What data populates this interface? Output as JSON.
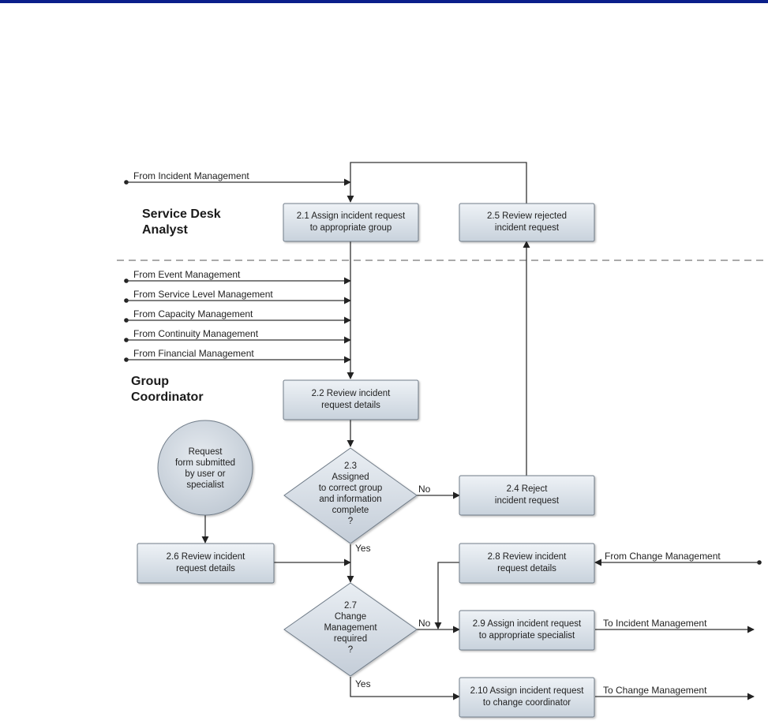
{
  "lanes": {
    "service_desk": [
      "Service Desk",
      "Analyst"
    ],
    "group_coordinator": [
      "Group",
      "Coordinator"
    ]
  },
  "inputs": {
    "incident": "From Incident Management",
    "event": "From Event Management",
    "service_level": "From Service Level Management",
    "capacity": "From Capacity Management",
    "continuity": "From Continuity Management",
    "financial": "From Financial Management",
    "change_in": "From Change Management"
  },
  "outputs": {
    "to_incident": "To Incident Management",
    "to_change": "To Change Management"
  },
  "steps": {
    "s2_1": [
      "2.1 Assign incident request",
      "to appropriate group"
    ],
    "s2_5": [
      "2.5 Review rejected",
      "incident request"
    ],
    "s2_2": [
      "2.2 Review incident",
      "request details"
    ],
    "s2_3": [
      "2.3",
      "Assigned",
      "to correct group",
      "and information",
      "complete",
      "?"
    ],
    "s2_4": [
      "2.4 Reject",
      "incident request"
    ],
    "start": [
      "Request",
      "form submitted",
      "by user or",
      "specialist"
    ],
    "s2_6": [
      "2.6 Review incident",
      "request details"
    ],
    "s2_7": [
      "2.7",
      "Change",
      "Management",
      "required",
      "?"
    ],
    "s2_8": [
      "2.8 Review incident",
      "request details"
    ],
    "s2_9": [
      "2.9 Assign incident request",
      "to appropriate specialist"
    ],
    "s2_10": [
      "2.10 Assign incident request",
      "to change coordinator"
    ]
  },
  "edges": {
    "no_1": "No",
    "yes_1": "Yes",
    "no_2": "No",
    "yes_2": "Yes"
  },
  "colors": {
    "header_bar": "#0a1f8a",
    "shape_fill_top": "#eef2f6",
    "shape_fill_bottom": "#c8d2dc",
    "line": "#333333"
  }
}
